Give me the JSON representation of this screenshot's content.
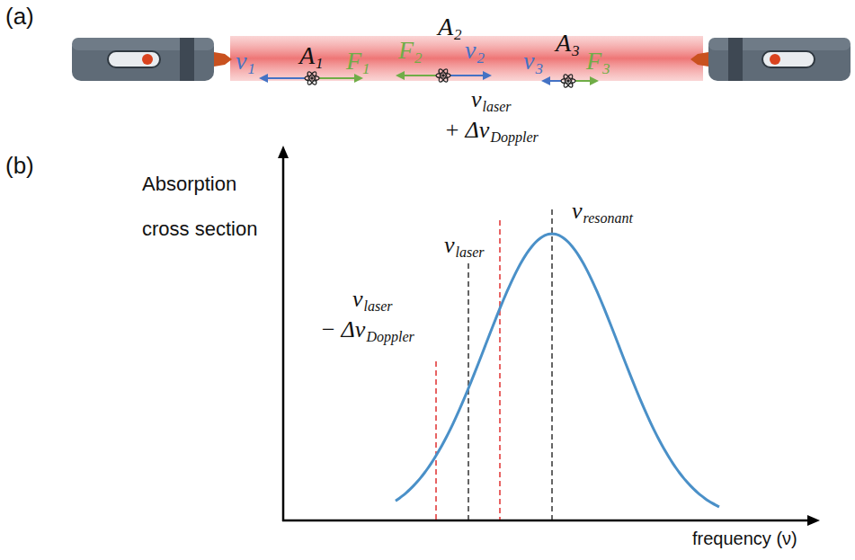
{
  "diagram": {
    "labels": [
      "(a)",
      "v",
      "1",
      "A",
      "1",
      "F",
      "1",
      "F",
      "2",
      "A",
      "2",
      "v",
      "2",
      "v",
      "3",
      "A",
      "3",
      "F",
      "3",
      "(b)",
      "ν",
      "laser",
      "+ Δν",
      "Doppler",
      "ν",
      "resonant",
      "ν",
      "laser",
      "ν",
      "laser",
      "− Δν",
      "Doppler",
      "Absorption cross section",
      "frequency (ν)"
    ]
  }
}
